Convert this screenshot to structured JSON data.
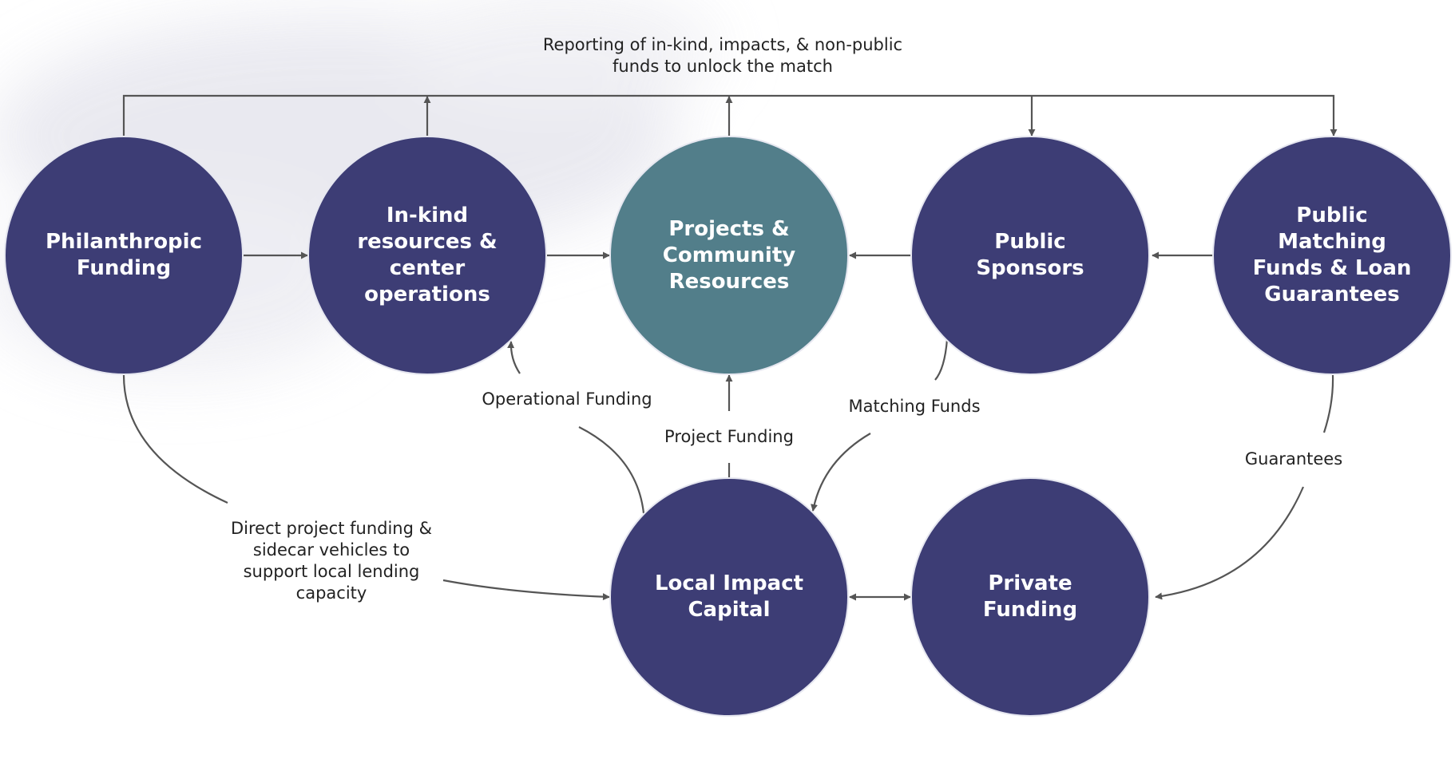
{
  "top_note": "Reporting of in-kind, impacts, & non-public\nfunds to unlock the match",
  "nodes": {
    "philanthropic": "Philanthropic\nFunding",
    "inkind": "In-kind\nresources &\ncenter\noperations",
    "projects": "Projects &\nCommunity\nResources",
    "public_sponsors": "Public\nSponsors",
    "public_matching": "Public\nMatching\nFunds & Loan\nGuarantees",
    "local_impact": "Local Impact\nCapital",
    "private": "Private\nFunding"
  },
  "edge_labels": {
    "operational": "Operational Funding",
    "project": "Project Funding",
    "matching": "Matching Funds",
    "guarantees": "Guarantees",
    "direct": "Direct project funding &\nsidecar vehicles to\nsupport local lending\ncapacity"
  },
  "colors": {
    "navy": "#3d3d75",
    "teal": "#527e8a",
    "line": "#555555",
    "wash": "#e9e9ef"
  }
}
